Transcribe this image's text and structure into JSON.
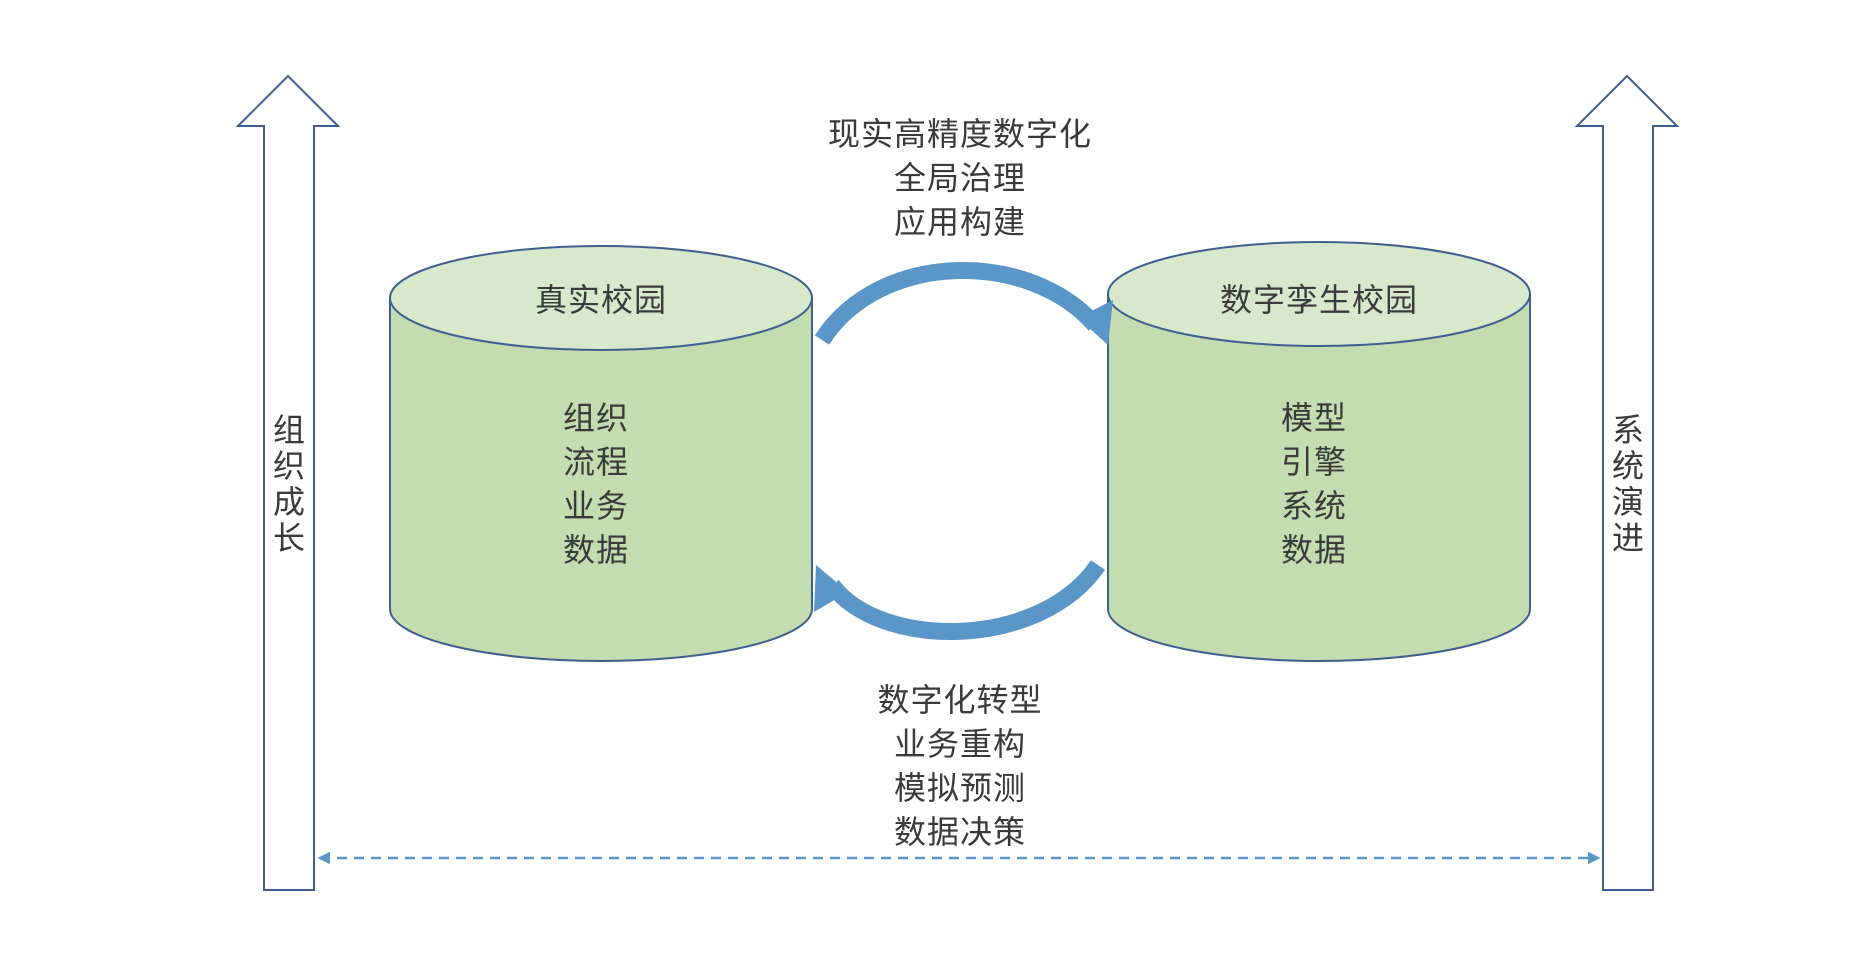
{
  "top_caption": [
    "现实高精度数字化",
    "全局治理",
    "应用构建"
  ],
  "bottom_caption": [
    "数字化转型",
    "业务重构",
    "模拟预测",
    "数据决策"
  ],
  "left_cylinder": {
    "title": "真实校园",
    "items": [
      "组织",
      "流程",
      "业务",
      "数据"
    ]
  },
  "right_cylinder": {
    "title": "数字孪生校园",
    "items": [
      "模型",
      "引擎",
      "系统",
      "数据"
    ]
  },
  "left_arrow_label": [
    "组",
    "织",
    "成",
    "长"
  ],
  "right_arrow_label": [
    "系",
    "统",
    "演",
    "进"
  ],
  "colors": {
    "cylinder_top": "#d7e8cd",
    "cylinder_body": "#c3ddb0",
    "cylinder_stroke": "#3f5f8f",
    "cycle_arrow": "#5b96c9",
    "outline_arrow": "#3f5f8f",
    "dashed_line": "#5b96c9"
  }
}
